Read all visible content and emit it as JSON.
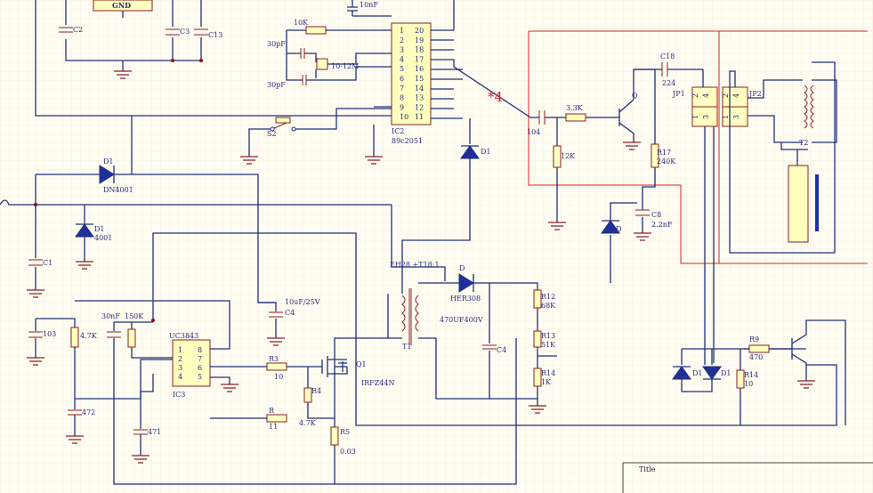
{
  "labels": {
    "gnd_box": "GND",
    "c2": "C2",
    "c3": "C3",
    "c13": "C13",
    "cap10nf_top": "10nF",
    "r10k": "10K",
    "c30pf_a": "30pF",
    "c30pf_b": "30pF",
    "xtal": "10-12M",
    "ic2": "IC2",
    "ic2_part": "89c2051",
    "s2": "S2",
    "star4": "*4",
    "c104": "104",
    "r33k": "3.3K",
    "q_top": "Q",
    "c18": "C18",
    "c224": "224",
    "jp1": "JP1",
    "jp2": "JP2",
    "t2": "T2",
    "r12k": "12K",
    "r17": "R17",
    "r240k": "240K",
    "d_mid": "D1",
    "d_lower": "D",
    "c8": "C8",
    "c22nf": "2.2nF",
    "d1_top": "D1",
    "dn4001": "DN4001",
    "d1_left": "D1",
    "d4001": "4001",
    "c1": "C1",
    "eh28": "EH28 +T18:1",
    "d_hv": "D",
    "her308": "HER308",
    "c_hv": "470UF400V",
    "c4_hv": "C4",
    "r12": "R12",
    "r68k": "68K",
    "r13": "R13",
    "r51k": "51K",
    "r14": "R14",
    "r1k": "1K",
    "t1": "T1",
    "c10uf": "10uF/25V",
    "c4": "C4",
    "c103": "103",
    "r47k": "4.7K",
    "c30nf": "30nF",
    "r150k": "150K",
    "uc3843": "UC3843",
    "ic3": "IC3",
    "r3": "R3",
    "r10": "10",
    "q1": "Q1",
    "irf": "IRFZ44N",
    "r4": "R4",
    "r47": "4.7K",
    "r11lbl": "R",
    "r11": "11",
    "r5": "R5",
    "r003": "0.03",
    "c472": "472",
    "c471": "471",
    "d1_r": "D1",
    "d1_r2": "D1",
    "r9": "R9",
    "r470": "470",
    "r14b": "R14",
    "r10b": "10",
    "title": "Title",
    "pins_left": [
      "1",
      "2",
      "3",
      "4",
      "5",
      "6",
      "7",
      "8",
      "9",
      "10"
    ],
    "pins_right": [
      "20",
      "19",
      "18",
      "17",
      "16",
      "15",
      "14",
      "13",
      "12",
      "11"
    ],
    "uc_left": [
      "1",
      "2",
      "3",
      "4"
    ],
    "uc_right": [
      "8",
      "7",
      "6",
      "5"
    ],
    "jp_pins": [
      "2",
      "4",
      "1",
      "3"
    ]
  }
}
